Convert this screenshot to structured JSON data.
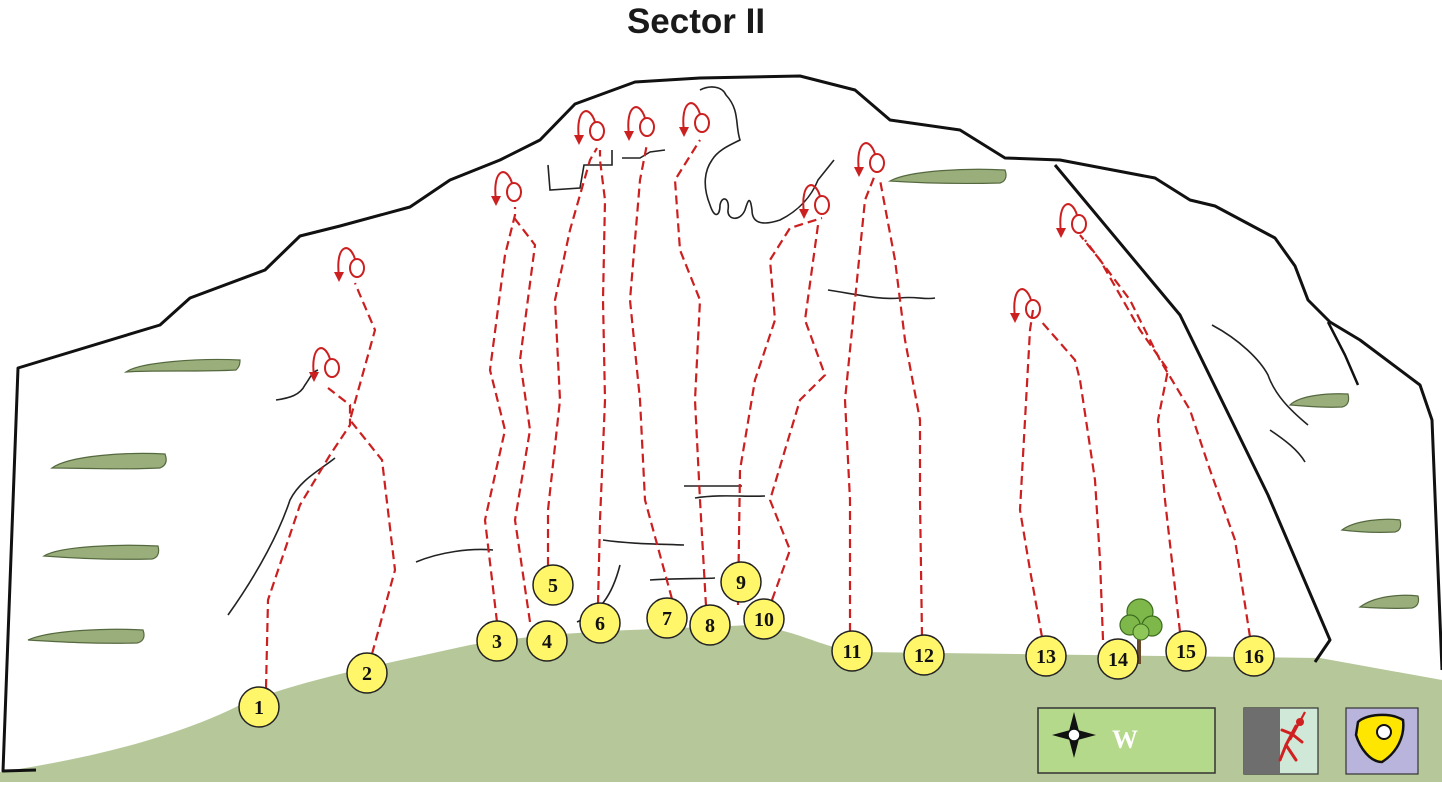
{
  "title": "Sector II",
  "colors": {
    "route": "#cc1f1f",
    "grass": "#b6c79a",
    "ledge": "#9aae7c",
    "number_badge": "#fff66a",
    "legend_green": "#b5d98a",
    "legend_purple": "#b8b4dc",
    "legend_yellow": "#ffe600"
  },
  "routes": [
    {
      "number": "1"
    },
    {
      "number": "2"
    },
    {
      "number": "3"
    },
    {
      "number": "4"
    },
    {
      "number": "5"
    },
    {
      "number": "6"
    },
    {
      "number": "7"
    },
    {
      "number": "8"
    },
    {
      "number": "9"
    },
    {
      "number": "10"
    },
    {
      "number": "11"
    },
    {
      "number": "12"
    },
    {
      "number": "13"
    },
    {
      "number": "14"
    },
    {
      "number": "15"
    },
    {
      "number": "16"
    }
  ],
  "legend": {
    "orientation_label": "W",
    "compass_icon": "compass-rose-icon",
    "climber_icon": "climber-rappel-icon",
    "hold_icon": "climbing-hold-icon"
  }
}
